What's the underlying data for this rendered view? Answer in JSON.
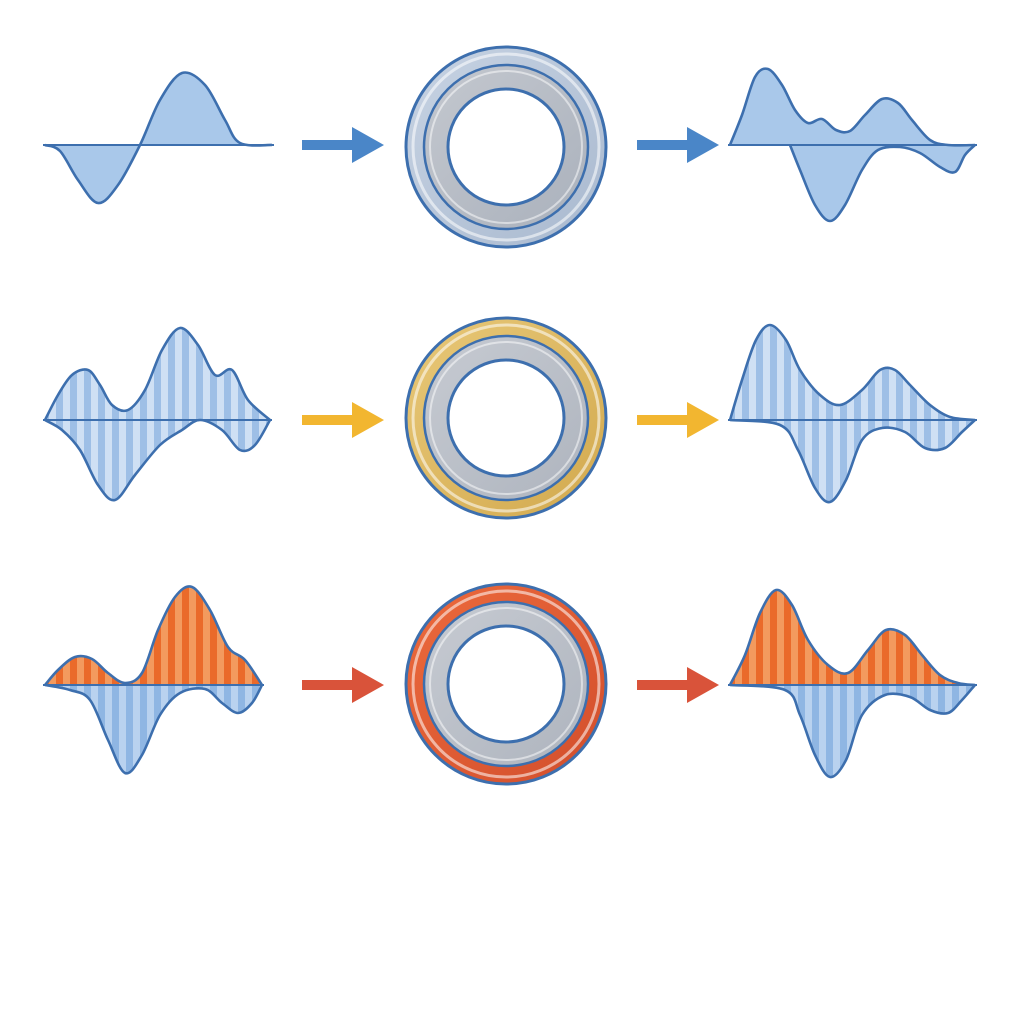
{
  "diagram": {
    "rows": [
      {
        "name": "row-1",
        "stage": "plain",
        "arrow_color": "#4a86c8",
        "ring": {
          "outer_fill": "#c7d3e3",
          "outer_shade": "#a9b9cf",
          "inner_fill": "#c4c8cf",
          "inner_shade": "#aab1bc",
          "edge": "#3d6fae"
        },
        "input_wave": {
          "fill_pos": "#a9c8ea",
          "fill_neg": "#a9c8ea",
          "stripes": false,
          "stroke": "#3d6fae"
        },
        "output_wave": {
          "fill_pos": "#a9c8ea",
          "fill_neg": "#a9c8ea",
          "stripes": false,
          "stroke": "#3d6fae"
        }
      },
      {
        "name": "row-2",
        "stage": "striped",
        "arrow_color": "#f2b630",
        "ring": {
          "outer_fill": "#e8c878",
          "outer_shade": "#d2a94e",
          "inner_fill": "#c7cbd2",
          "inner_shade": "#aeb4be",
          "edge": "#3d6fae"
        },
        "input_wave": {
          "fill_pos": "#cfe0f4",
          "fill_neg": "#cfe0f4",
          "stripes": true,
          "stripe_color": "#9ebfe6",
          "stroke": "#3d6fae"
        },
        "output_wave": {
          "fill_pos": "#cfe0f4",
          "fill_neg": "#cfe0f4",
          "stripes": true,
          "stripe_color": "#9ebfe6",
          "stroke": "#3d6fae"
        }
      },
      {
        "name": "row-3",
        "stage": "split",
        "arrow_color": "#d9533a",
        "ring": {
          "outer_fill": "#ec6a3c",
          "outer_shade": "#d24e2c",
          "inner_fill": "#c7cbd2",
          "inner_shade": "#aeb4be",
          "edge": "#3d6fae"
        },
        "input_wave": {
          "fill_pos": "#f39a5e",
          "fill_neg": "#b9d2ef",
          "stripes": true,
          "stripe_color_pos": "#ea6a2a",
          "stripe_color_neg": "#8fb6e3",
          "stroke": "#3d6fae"
        },
        "output_wave": {
          "fill_pos": "#f39a5e",
          "fill_neg": "#b9d2ef",
          "stripes": true,
          "stripe_color_pos": "#ea6a2a",
          "stripe_color_neg": "#8fb6e3",
          "stroke": "#3d6fae"
        }
      }
    ]
  }
}
